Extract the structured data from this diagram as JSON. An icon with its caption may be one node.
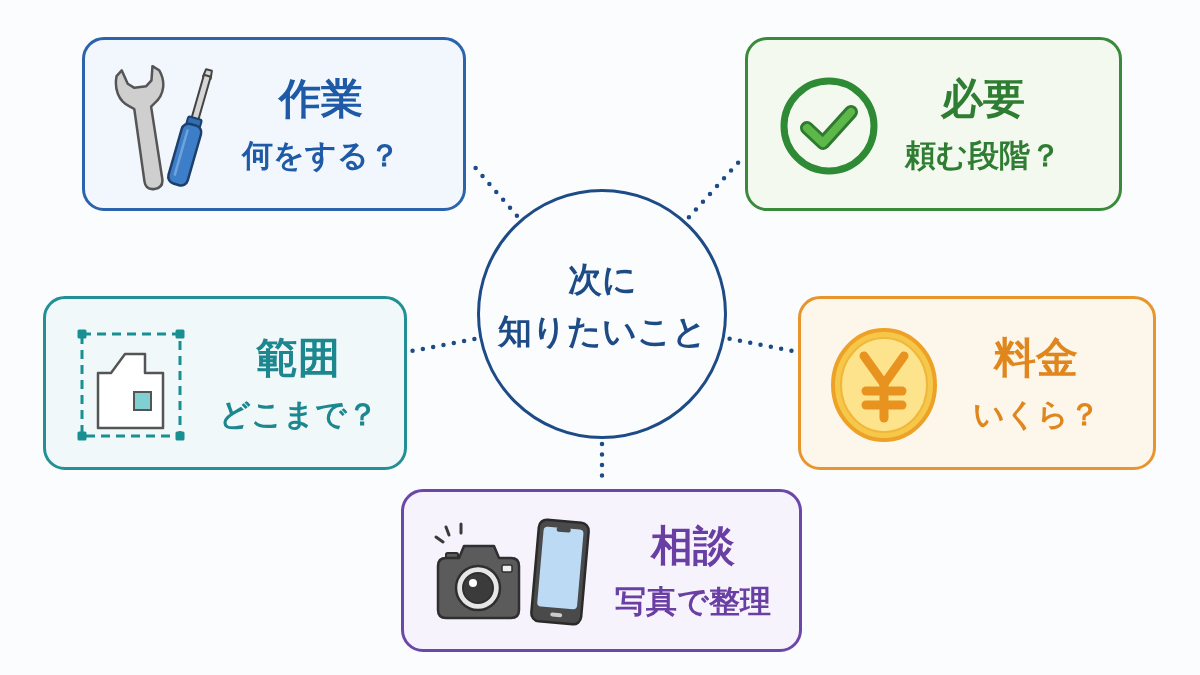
{
  "diagram": {
    "nodes": [
      {
        "text": [
          "作業",
          "何をする？"
        ]
      },
      {
        "text": [
          "必要",
          "頼む段階？"
        ]
      },
      {
        "text": [
          "次に",
          "知りたいこと"
        ]
      },
      {
        "text": [
          "範囲",
          "どこまで？"
        ]
      },
      {
        "text": [
          "料金",
          "いくら？"
        ]
      },
      {
        "text": [
          "相談",
          "写真で整理"
        ]
      }
    ],
    "edges": [
      {
        "from": 2,
        "to": 0,
        "arrow": "none"
      },
      {
        "from": 2,
        "to": 1,
        "arrow": "none"
      },
      {
        "from": 2,
        "to": 3,
        "arrow": "none"
      },
      {
        "from": 2,
        "to": 4,
        "arrow": "none"
      },
      {
        "from": 2,
        "to": 5,
        "arrow": "none"
      }
    ]
  }
}
